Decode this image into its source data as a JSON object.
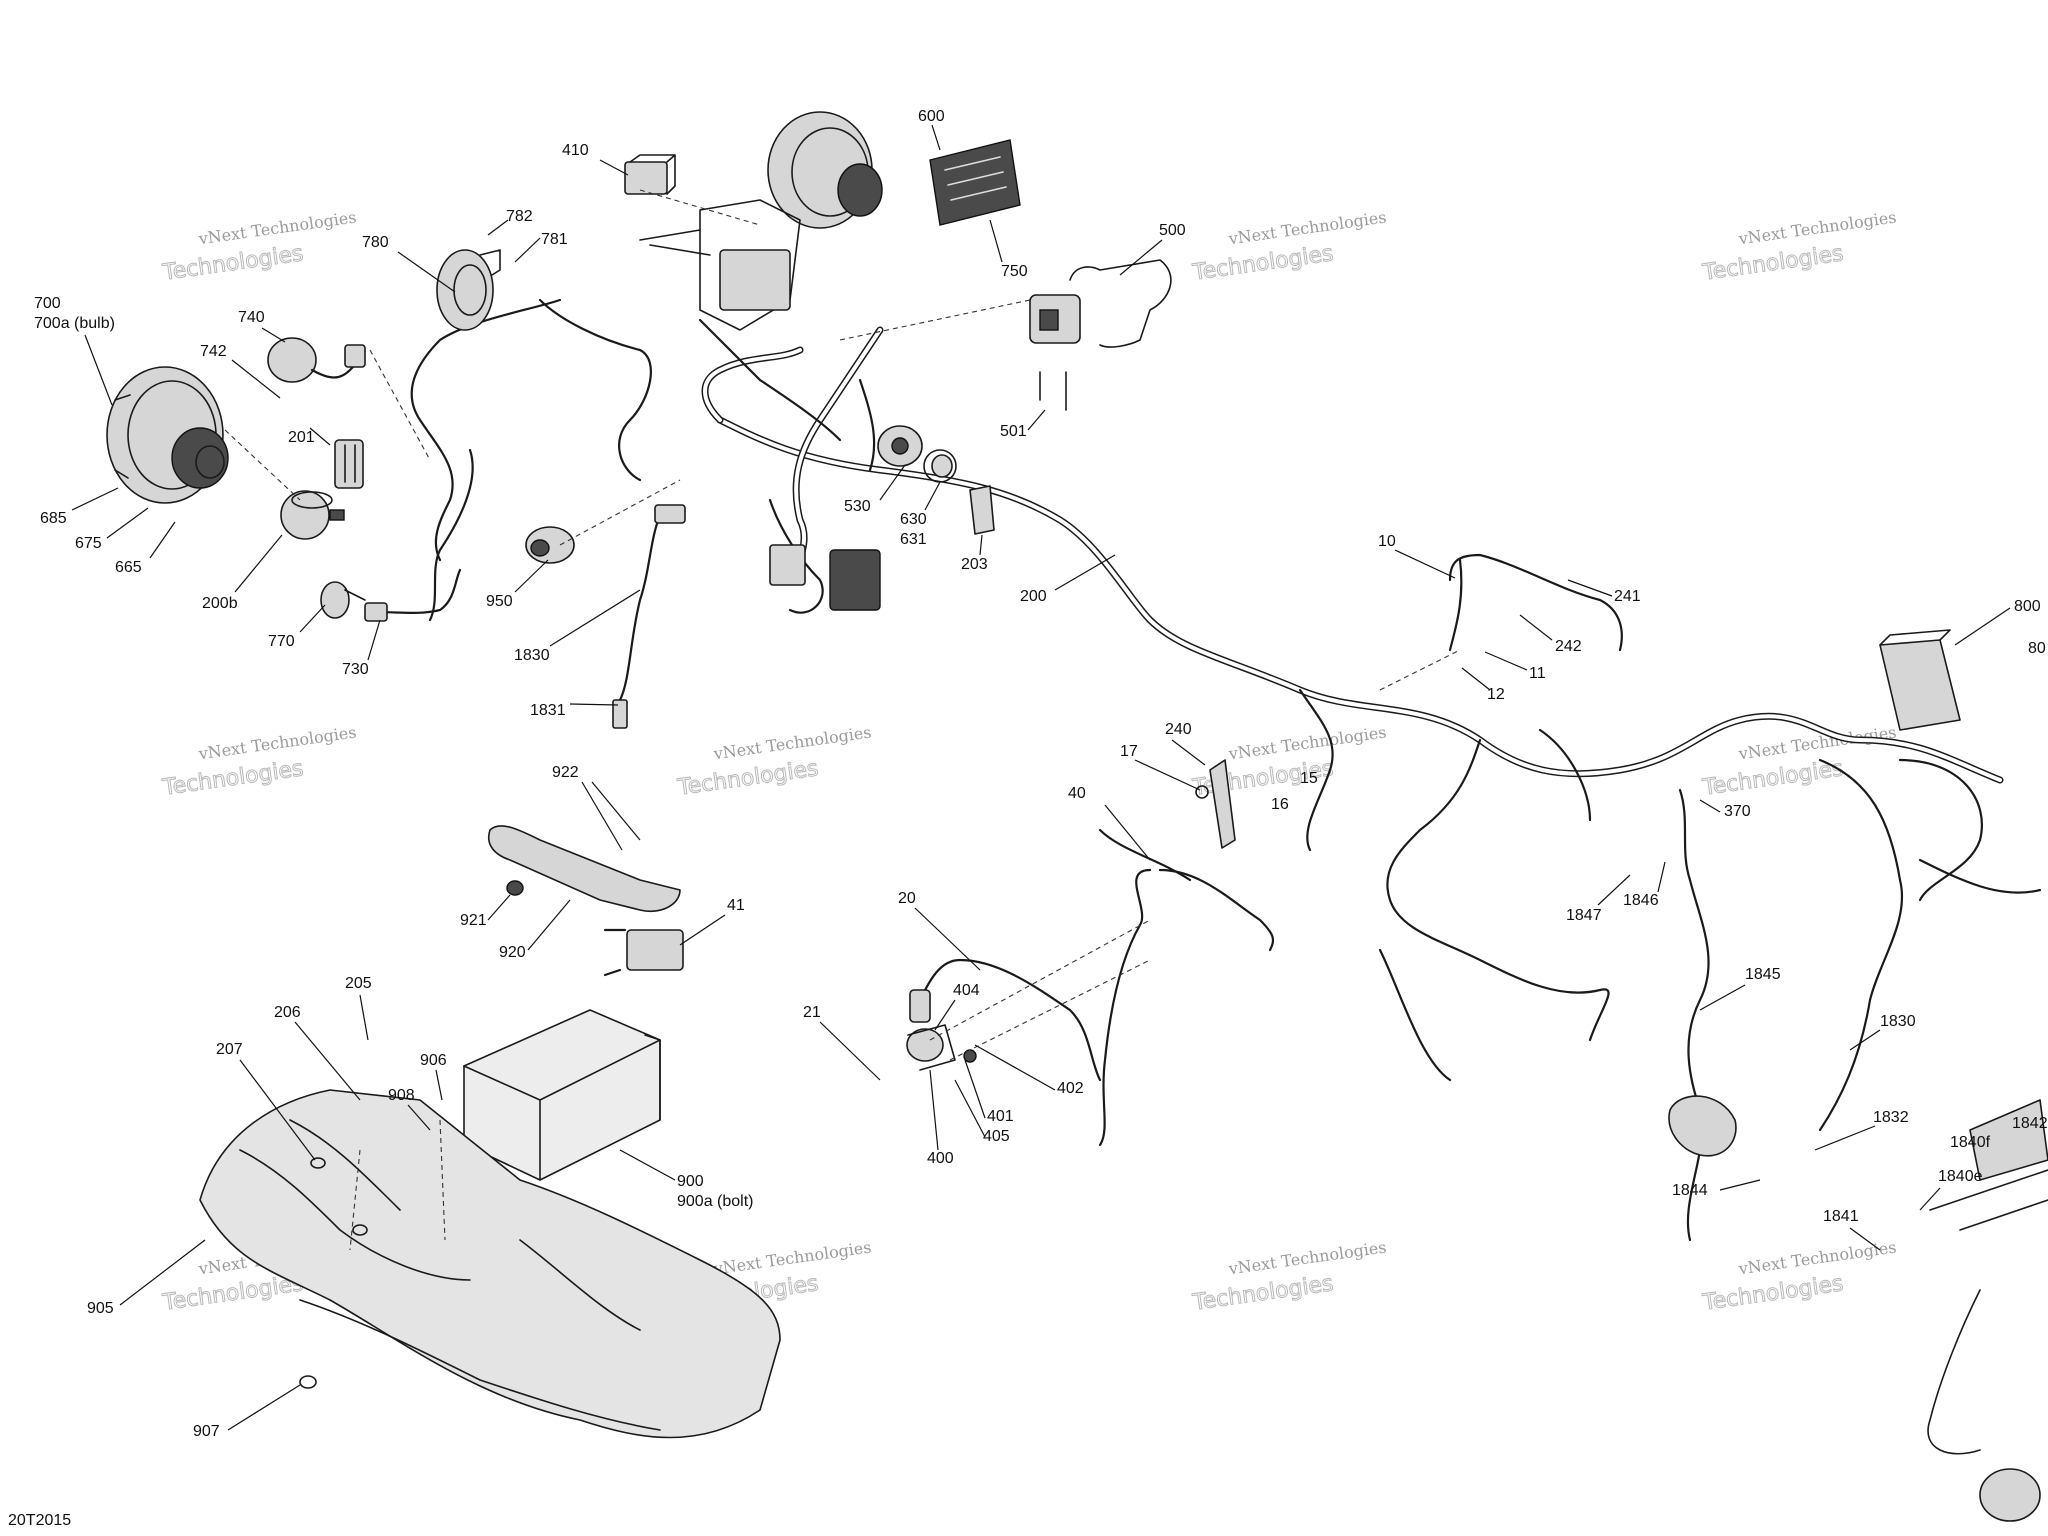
{
  "document_id": "20T2015",
  "watermark": {
    "line1": "vNext Technologies",
    "line2": "Technologies"
  },
  "callouts": [
    "700",
    "700a (bulb)",
    "685",
    "675",
    "665",
    "742",
    "740",
    "201",
    "200b",
    "770",
    "730",
    "780",
    "782",
    "781",
    "410",
    "600",
    "750",
    "500",
    "501",
    "530",
    "630",
    "631",
    "203",
    "200",
    "950",
    "1830",
    "1831",
    "10",
    "241",
    "242",
    "11",
    "12",
    "800",
    "80",
    "240",
    "17",
    "15",
    "16",
    "40",
    "370",
    "1847",
    "1846",
    "1845",
    "1830",
    "1832",
    "1842",
    "1840f",
    "1840e",
    "1841",
    "1844",
    "922",
    "921",
    "920",
    "41",
    "20",
    "21",
    "404",
    "402",
    "401",
    "405",
    "400",
    "205",
    "206",
    "207",
    "906",
    "908",
    "900",
    "900a (bolt)",
    "905",
    "907"
  ]
}
